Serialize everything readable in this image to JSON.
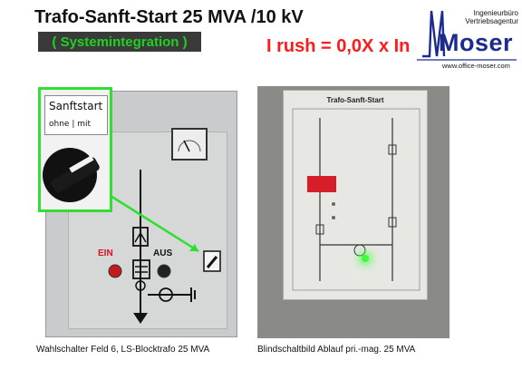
{
  "header": {
    "title": "Trafo-Sanft-Start 25 MVA /10 kV",
    "subtitle": "( Systemintegration )",
    "formula": "I rush = 0,0X x In"
  },
  "logo": {
    "line1": "Ingenieurbüro",
    "line2": "Vertriebsagentur",
    "brand": "Moser",
    "url": "www.office-moser.com"
  },
  "left_photo": {
    "zoom_title": "Sanftstart",
    "zoom_opt_1": "ohne",
    "zoom_opt_2": "mit",
    "ein_label": "EIN",
    "aus_label": "AUS",
    "caption": "Wahlschalter Feld 6, LS-Blocktrafo 25 MVA"
  },
  "right_photo": {
    "board_title": "Trafo-Sanft-Start",
    "caption": "Blindschaltbild Ablauf pri.-mag. 25 MVA"
  },
  "colors": {
    "title": "#111111",
    "subtitle_text": "#1ed21e",
    "subtitle_bg": "#3a3a3a",
    "formula": "#ff1a1a",
    "brand": "#1d2b8f",
    "highlight": "#33dd33"
  }
}
